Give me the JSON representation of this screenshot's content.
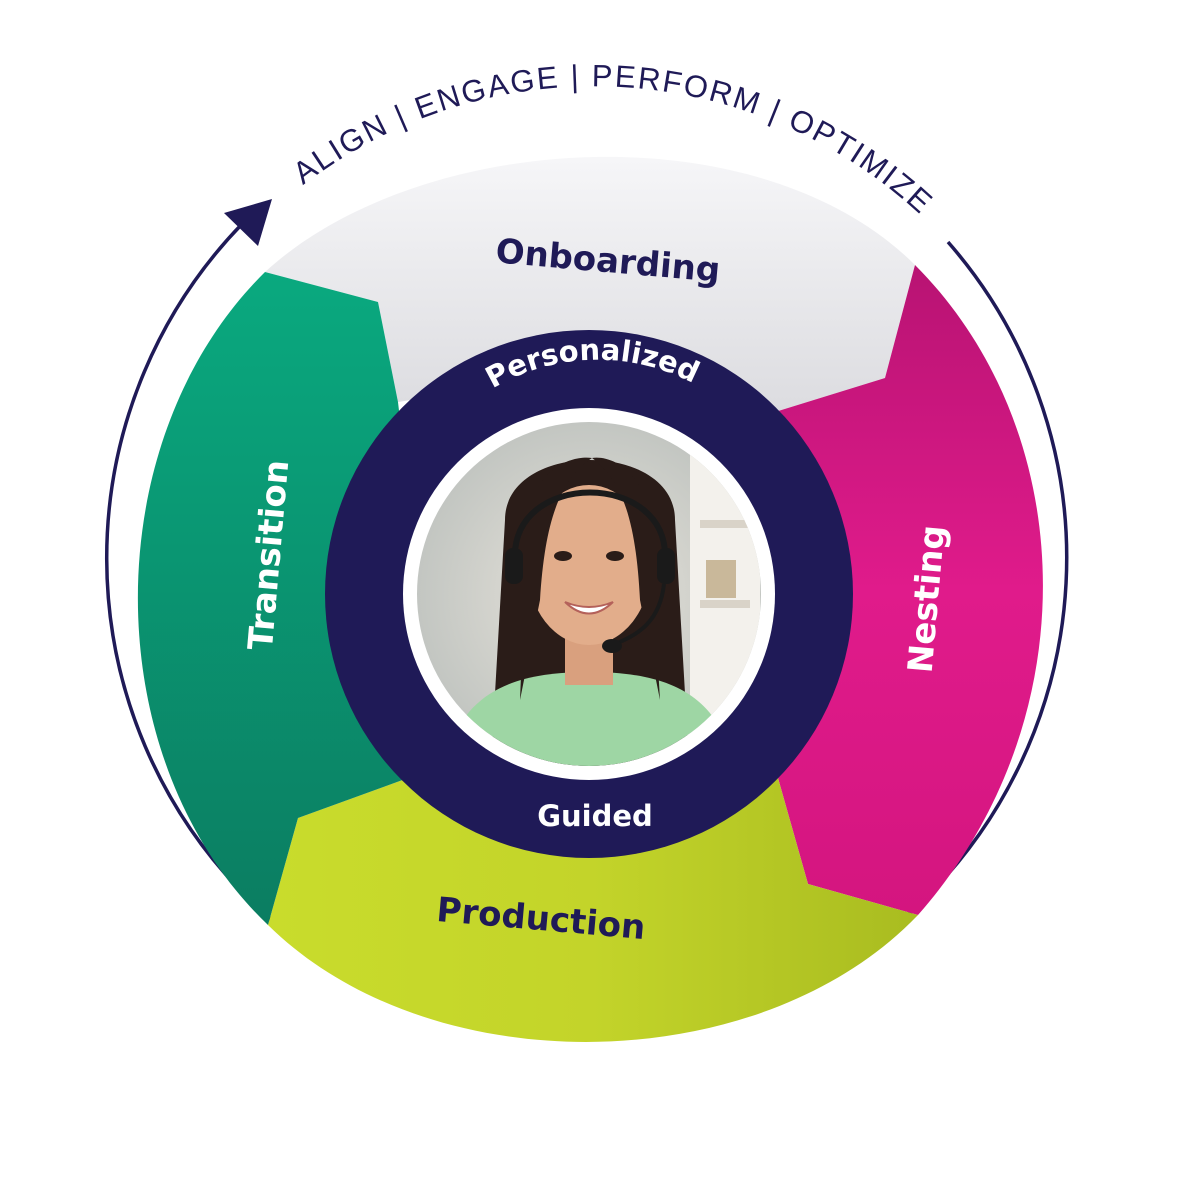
{
  "tagline": "ALIGN | ENGAGE | PERFORM | OPTIMIZE",
  "stages": {
    "onboarding": "Onboarding",
    "nesting": "Nesting",
    "production": "Production",
    "transition": "Transition"
  },
  "inner_ring": {
    "top": "Personalized",
    "bottom": "Guided"
  },
  "colors": {
    "navy": "#1f1a57",
    "onboarding": "#ececef",
    "nesting": "#d8197f",
    "production": "#c1d42a",
    "transition": "#0b9a76",
    "white": "#ffffff"
  },
  "center_image": "agent-headset-photo"
}
